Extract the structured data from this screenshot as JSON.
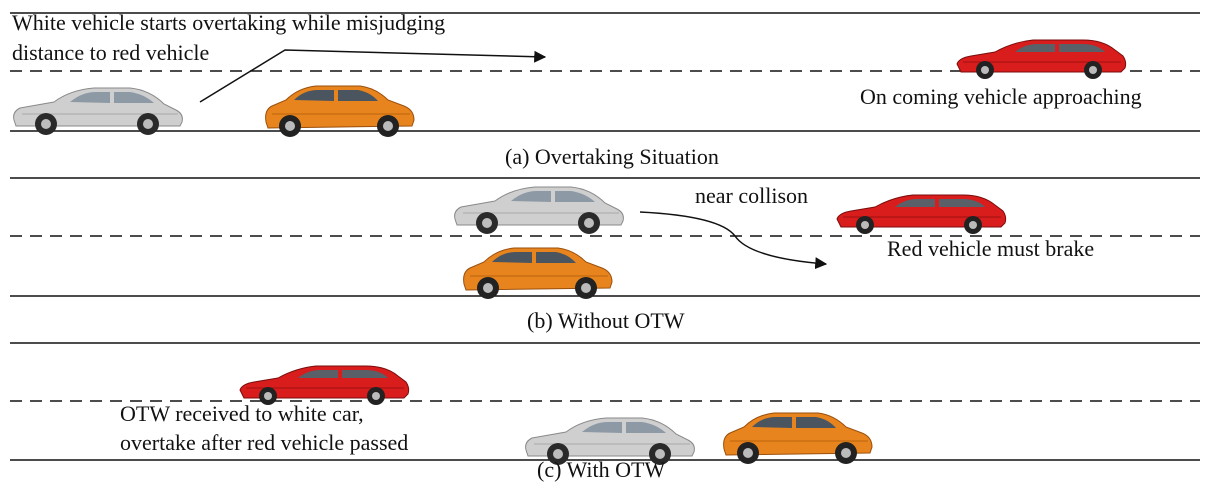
{
  "panels": {
    "a": {
      "caption": "(a) Overtaking Situation",
      "note_line1": "White vehicle starts overtaking while misjudging",
      "note_line2": "distance to red vehicle",
      "oncoming": "On coming vehicle approaching"
    },
    "b": {
      "caption": "(b) Without OTW",
      "near": "near collison",
      "brake": "Red vehicle must brake"
    },
    "c": {
      "caption": "(c) With OTW",
      "otw_line1": "OTW received to white car,",
      "otw_line2": "overtake after red vehicle passed"
    }
  },
  "colors": {
    "white_car": "#c9c9c9",
    "orange_car": "#e8841e",
    "red_car": "#d91c1c",
    "road_line": "#111111"
  },
  "icons": [
    "white-car-icon",
    "orange-car-icon",
    "red-car-icon",
    "arrow-icon"
  ]
}
